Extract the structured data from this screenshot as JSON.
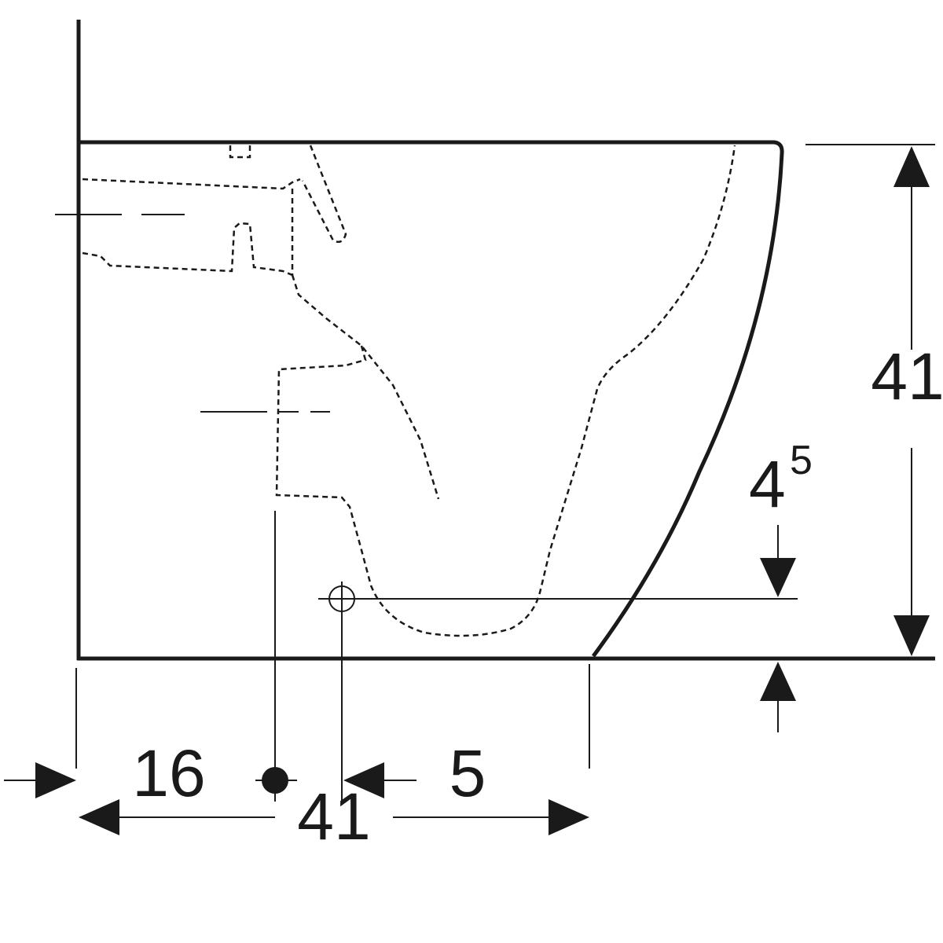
{
  "drawing": {
    "type": "technical side-view dimension drawing",
    "dimensions": {
      "height": "41",
      "outlet_height_base": "4",
      "outlet_height_sup": "5",
      "inlet_offset": "16",
      "outlet_offset": "5",
      "depth": "41"
    },
    "line_color": "#1a1a1a"
  }
}
